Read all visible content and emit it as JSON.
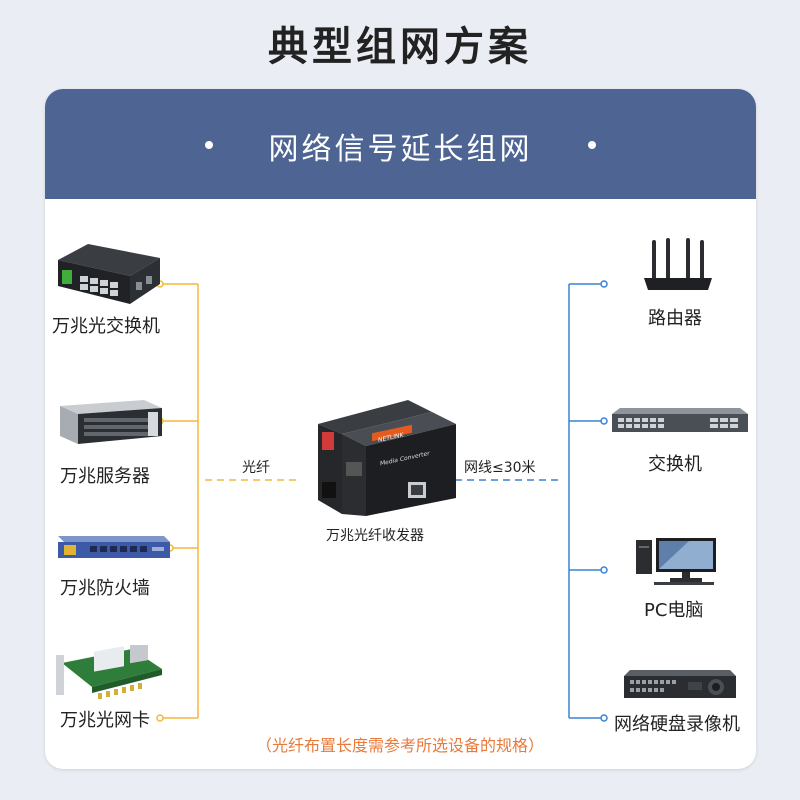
{
  "title": "典型组网方案",
  "panel_title": "网络信号延长组网",
  "center_device": "万兆光纤收发器",
  "left_link_label": "光纤",
  "right_link_label": "网线≤30米",
  "left_devices": [
    {
      "label": "万兆光交换机",
      "icon": "industrial-switch-icon"
    },
    {
      "label": "万兆服务器",
      "icon": "server-icon"
    },
    {
      "label": "万兆防火墙",
      "icon": "firewall-icon"
    },
    {
      "label": "万兆光网卡",
      "icon": "network-card-icon"
    }
  ],
  "right_devices": [
    {
      "label": "路由器",
      "icon": "router-icon"
    },
    {
      "label": "交换机",
      "icon": "switch-icon"
    },
    {
      "label": "PC电脑",
      "icon": "pc-icon"
    },
    {
      "label": "网络硬盘录像机",
      "icon": "nvr-icon"
    }
  ],
  "note": "（光纤布置长度需参考所选设备的规格）",
  "converter_brand": "NETLINK",
  "converter_text": "Media Converter",
  "colors": {
    "header": "#4e6594",
    "fiber_line": "#f5b73b",
    "ethernet_line": "#3b82d6",
    "note": "#e87a3a"
  }
}
